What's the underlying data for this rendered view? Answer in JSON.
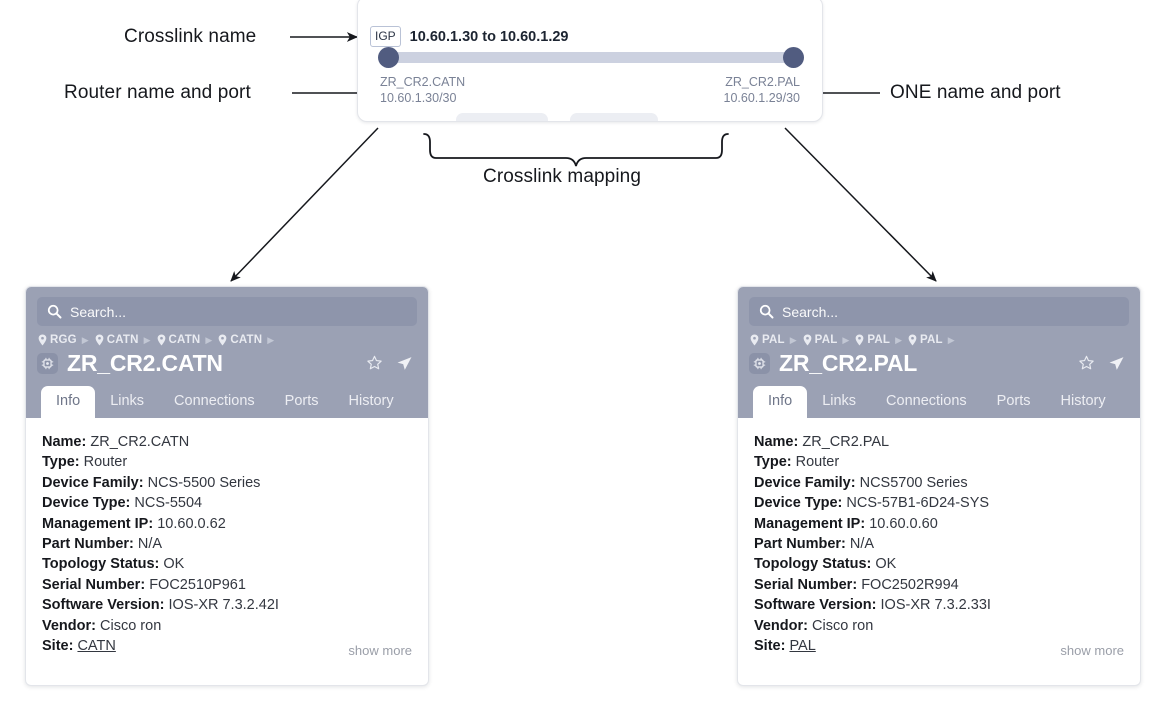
{
  "annotations": {
    "crosslink_name": "Crosslink name",
    "router_name_and_port": "Router name and port",
    "one_name_and_port": "ONE name and port",
    "crosslink_mapping": "Crosslink mapping"
  },
  "crosslink_panel": {
    "badge": "IGP",
    "title": "10.60.1.30 to 10.60.1.29",
    "left_endpoint": {
      "name": "ZR_CR2.CATN",
      "address": "10.60.1.30/30"
    },
    "right_endpoint": {
      "name": "ZR_CR2.PAL",
      "address": "10.60.1.29/30"
    }
  },
  "cards": [
    {
      "search_placeholder": "Search...",
      "breadcrumb": [
        "RGG",
        "CATN",
        "CATN",
        "CATN"
      ],
      "title": "ZR_CR2.CATN",
      "tabs": [
        {
          "label": "Info",
          "active": true
        },
        {
          "label": "Links",
          "active": false
        },
        {
          "label": "Connections",
          "active": false
        },
        {
          "label": "Ports",
          "active": false
        },
        {
          "label": "History",
          "active": false
        }
      ],
      "properties": [
        {
          "label": "Name:",
          "value": "ZR_CR2.CATN"
        },
        {
          "label": "Type:",
          "value": "Router"
        },
        {
          "label": "Device Family:",
          "value": "NCS-5500 Series"
        },
        {
          "label": "Device Type:",
          "value": "NCS-5504"
        },
        {
          "label": "Management IP:",
          "value": "10.60.0.62"
        },
        {
          "label": "Part Number:",
          "value": "N/A"
        },
        {
          "label": "Topology Status:",
          "value": "OK"
        },
        {
          "label": "Serial Number:",
          "value": "FOC2510P961"
        },
        {
          "label": "Software Version:",
          "value": "IOS-XR 7.3.2.42I"
        },
        {
          "label": "Vendor:",
          "value": "Cisco ron"
        },
        {
          "label": "Site:",
          "value": "CATN",
          "link": true
        }
      ],
      "show_more": "show more"
    },
    {
      "search_placeholder": "Search...",
      "breadcrumb": [
        "PAL",
        "PAL",
        "PAL",
        "PAL"
      ],
      "title": "ZR_CR2.PAL",
      "tabs": [
        {
          "label": "Info",
          "active": true
        },
        {
          "label": "Links",
          "active": false
        },
        {
          "label": "Connections",
          "active": false
        },
        {
          "label": "Ports",
          "active": false
        },
        {
          "label": "History",
          "active": false
        }
      ],
      "properties": [
        {
          "label": "Name:",
          "value": "ZR_CR2.PAL"
        },
        {
          "label": "Type:",
          "value": "Router"
        },
        {
          "label": "Device Family:",
          "value": "NCS5700 Series"
        },
        {
          "label": "Device Type:",
          "value": "NCS-57B1-6D24-SYS"
        },
        {
          "label": "Management IP:",
          "value": "10.60.0.60"
        },
        {
          "label": "Part Number:",
          "value": "N/A"
        },
        {
          "label": "Topology Status:",
          "value": "OK"
        },
        {
          "label": "Serial Number:",
          "value": "FOC2502R994"
        },
        {
          "label": "Software Version:",
          "value": "IOS-XR 7.3.2.33I"
        },
        {
          "label": "Vendor:",
          "value": "Cisco ron"
        },
        {
          "label": "Site:",
          "value": "PAL",
          "link": true
        }
      ],
      "show_more": "show more"
    }
  ],
  "icons": {
    "search": "search-icon",
    "pin": "map-pin-icon",
    "chevron": "chevron-right-icon",
    "chip": "device-chip-icon",
    "star": "star-outline-icon",
    "send": "navigate-arrow-icon"
  },
  "colors": {
    "header_bg": "#9ba1b4",
    "search_bg": "#8e95ab",
    "track": "#ccd1e0",
    "dot": "#515c80",
    "annotation_text": "#16181d"
  }
}
